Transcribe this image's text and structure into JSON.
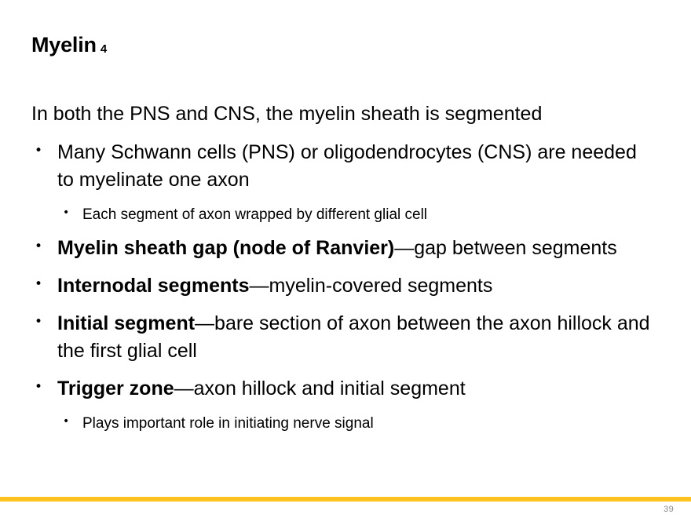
{
  "slide": {
    "background_color": "#ffffff",
    "text_color": "#000000",
    "title": {
      "main": "Myelin",
      "superscript": "4"
    },
    "body": [
      {
        "level": 1,
        "bullet": "",
        "segments": [
          {
            "text": "In both the PNS and CNS, the myelin sheath is segmented",
            "bold": false
          }
        ]
      },
      {
        "level": 2,
        "bullet": "•",
        "segments": [
          {
            "text": "Many Schwann cells (PNS) or oligodendrocytes (CNS) are needed to myelinate one axon",
            "bold": false
          }
        ]
      },
      {
        "level": 3,
        "bullet": "•",
        "segments": [
          {
            "text": "Each segment of axon wrapped by different glial cell",
            "bold": false
          }
        ]
      },
      {
        "level": 2,
        "bullet": "•",
        "segments": [
          {
            "text": "Myelin sheath gap (node of Ranvier)",
            "bold": true
          },
          {
            "text": "—gap between segments",
            "bold": false
          }
        ]
      },
      {
        "level": 2,
        "bullet": "•",
        "segments": [
          {
            "text": "Internodal segments",
            "bold": true
          },
          {
            "text": "—myelin-covered segments",
            "bold": false
          }
        ]
      },
      {
        "level": 2,
        "bullet": "•",
        "segments": [
          {
            "text": "Initial segment",
            "bold": true
          },
          {
            "text": "—bare section of axon between the axon hillock and the first glial cell",
            "bold": false
          }
        ]
      },
      {
        "level": 2,
        "bullet": "•",
        "segments": [
          {
            "text": "Trigger zone",
            "bold": true
          },
          {
            "text": "—axon hillock and initial segment",
            "bold": false
          }
        ]
      },
      {
        "level": 3,
        "bullet": "•",
        "segments": [
          {
            "text": "Plays important role in initiating nerve signal",
            "bold": false
          }
        ]
      }
    ],
    "footer": {
      "accent_color": "#FFC31F",
      "slide_number": "39"
    }
  }
}
